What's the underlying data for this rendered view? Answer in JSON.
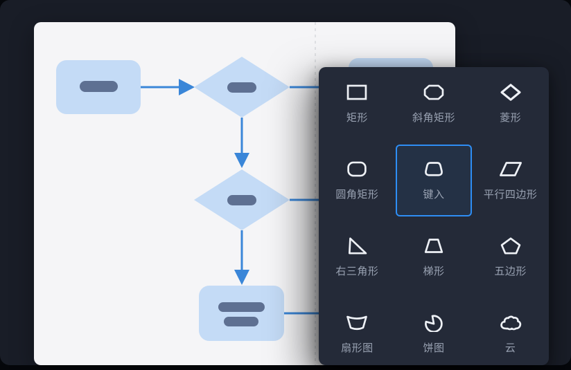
{
  "colors": {
    "page_background": "#05070b",
    "workspace_background": "#191d27",
    "canvas_background": "#f5f5f7",
    "node_fill": "#c4dbf6",
    "node_text_bar": "#5e7092",
    "connector": "#3a86d8",
    "page_guide_dash": "#d8dade",
    "panel_background": "#242a38",
    "panel_icon": "#eef1f6",
    "panel_label": "#99a2b2",
    "selected_border": "#2e8ef5"
  },
  "diagram": {
    "nodes": [
      {
        "id": "start",
        "type": "rounded-rectangle"
      },
      {
        "id": "decision-1",
        "type": "diamond"
      },
      {
        "id": "decision-2",
        "type": "diamond"
      },
      {
        "id": "result",
        "type": "rounded-rectangle"
      },
      {
        "id": "target",
        "type": "rounded-rectangle"
      }
    ],
    "connectors": [
      {
        "from": "start",
        "to": "decision-1",
        "arrow": true
      },
      {
        "from": "decision-1",
        "to": "target",
        "arrow": false
      },
      {
        "from": "decision-1",
        "to": "decision-2",
        "arrow": true
      },
      {
        "from": "decision-2",
        "to": "panel",
        "arrow": false
      },
      {
        "from": "decision-2",
        "to": "result",
        "arrow": true
      },
      {
        "from": "result",
        "to": "panel",
        "arrow": false
      }
    ]
  },
  "panel": {
    "selected_shape": "键入",
    "shapes": [
      {
        "label": "矩形",
        "icon": "rectangle-icon",
        "selected": false
      },
      {
        "label": "斜角矩形",
        "icon": "beveled-rectangle-icon",
        "selected": false
      },
      {
        "label": "菱形",
        "icon": "diamond-icon",
        "selected": false
      },
      {
        "label": "圆角矩形",
        "icon": "rounded-rectangle-icon",
        "selected": false
      },
      {
        "label": "键入",
        "icon": "manual-input-icon",
        "selected": true
      },
      {
        "label": "平行四边形",
        "icon": "parallelogram-icon",
        "selected": false
      },
      {
        "label": "右三角形",
        "icon": "right-triangle-icon",
        "selected": false
      },
      {
        "label": "梯形",
        "icon": "trapezoid-icon",
        "selected": false
      },
      {
        "label": "五边形",
        "icon": "pentagon-icon",
        "selected": false
      },
      {
        "label": "扇形图",
        "icon": "fan-icon",
        "selected": false
      },
      {
        "label": "饼图",
        "icon": "pie-icon",
        "selected": false
      },
      {
        "label": "云",
        "icon": "cloud-icon",
        "selected": false
      }
    ]
  }
}
